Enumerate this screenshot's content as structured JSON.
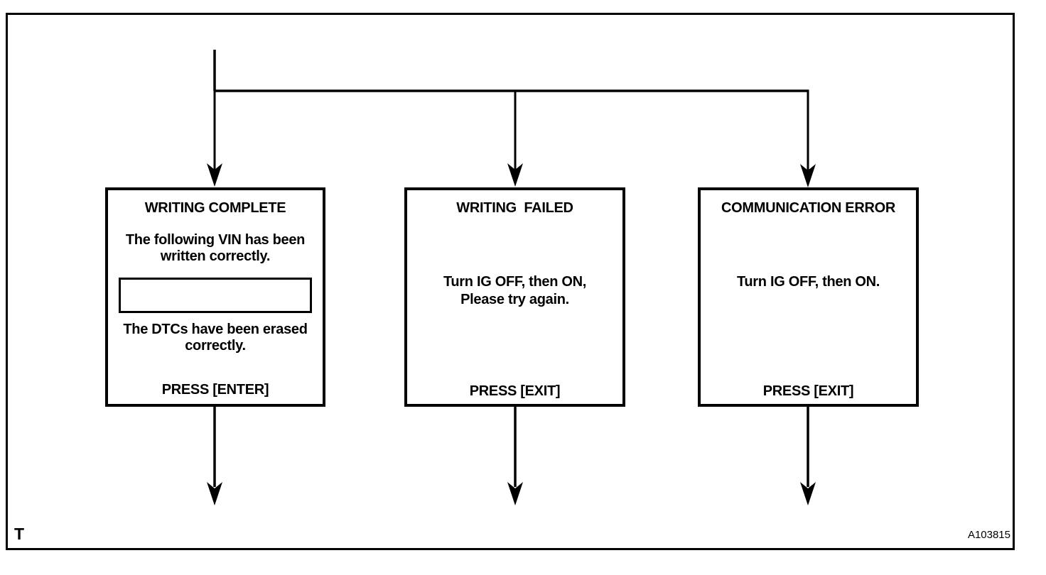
{
  "diagram": {
    "corner_label": "T",
    "figure_number": "A103815"
  },
  "boxes": [
    {
      "title": "WRITING COMPLETE",
      "vin_message": "The following VIN has been\nwritten correctly.",
      "vin_field_value": "",
      "dtc_message": "The DTCs have been erased\ncorrectly.",
      "action": "PRESS [ENTER]"
    },
    {
      "title": "WRITING  FAILED",
      "message": "Turn IG OFF, then ON,\nPlease try again.",
      "action": "PRESS [EXIT]"
    },
    {
      "title": "COMMUNICATION ERROR",
      "message": "Turn IG OFF, then ON.",
      "action": "PRESS [EXIT]"
    }
  ],
  "colors": {
    "line": "#000000",
    "background": "#ffffff",
    "text": "#000000"
  }
}
